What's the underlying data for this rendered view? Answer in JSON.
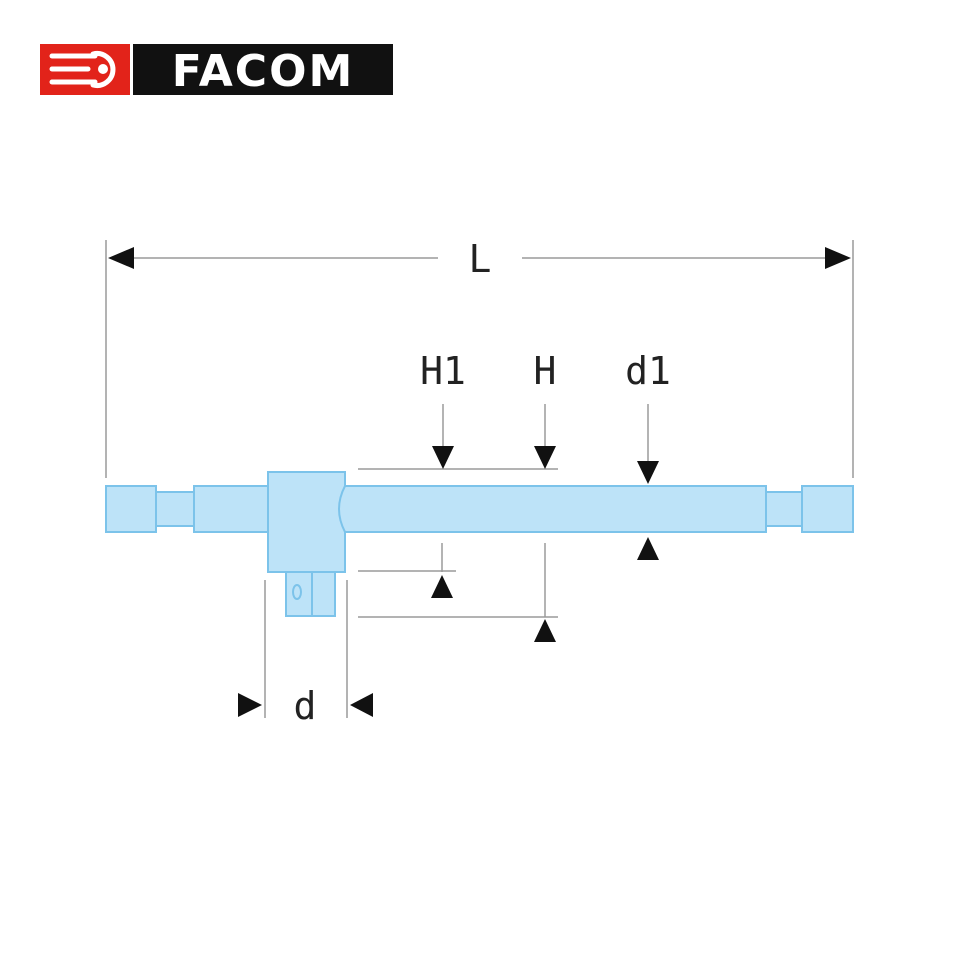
{
  "brand": {
    "name": "FACOM",
    "colors": {
      "red": "#e2231a",
      "black": "#111111",
      "white": "#ffffff"
    }
  },
  "diagram": {
    "subject": "sliding T-bar handle",
    "fill_color": "#bde3f8",
    "stroke_color": "#7cc3ea",
    "line_color": "#9a9a9a",
    "arrow_color": "#111111",
    "labels": {
      "length": "L",
      "height_h1": "H1",
      "height_h": "H",
      "bar_diameter": "d1",
      "drive_size": "d"
    }
  }
}
